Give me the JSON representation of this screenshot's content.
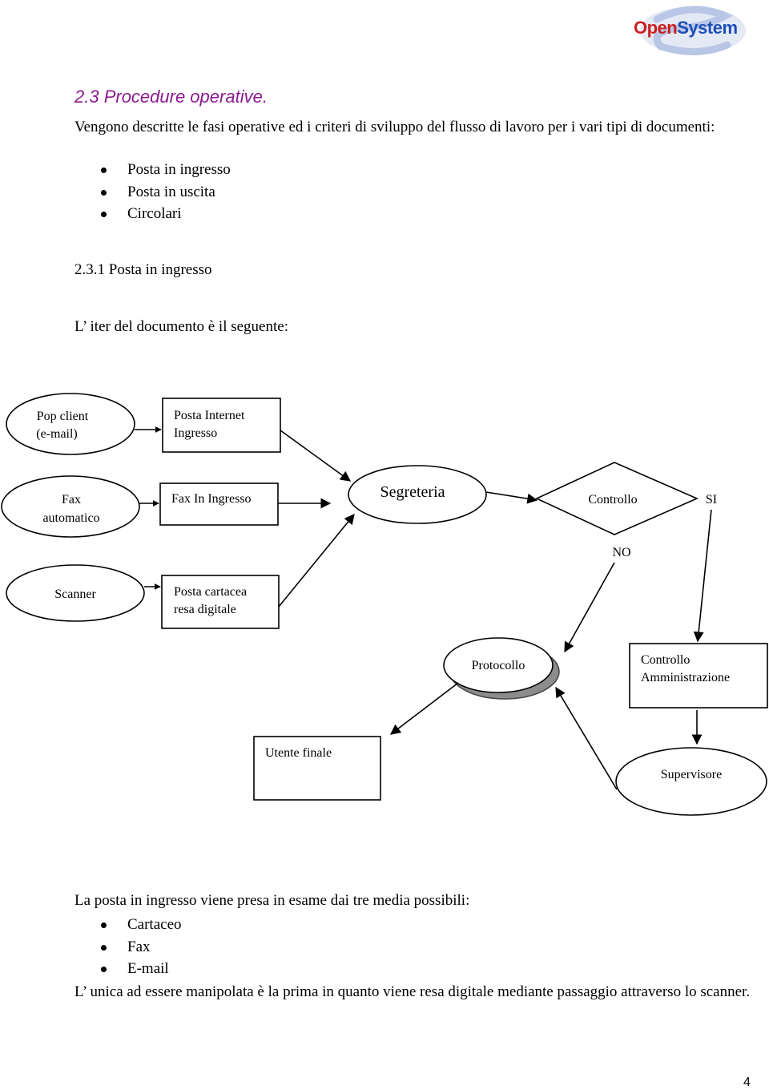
{
  "header": {
    "logo_text_part1": "Open",
    "logo_text_part2": "System"
  },
  "section": {
    "title": "2.3 Procedure operative.",
    "intro": "Vengono descritte le fasi operative ed i criteri di sviluppo del flusso di lavoro per i vari tipi di documenti:",
    "doc_types": [
      "Posta in ingresso",
      "Posta in uscita",
      "Circolari"
    ]
  },
  "subsection": {
    "heading": "2.3.1 Posta in ingresso",
    "iter_text": "L’ iter del documento è il seguente:"
  },
  "diagram": {
    "pop_client_line1": "Pop client",
    "pop_client_line2": "(e-mail)",
    "posta_internet_line1": "Posta Internet",
    "posta_internet_line2": "Ingresso",
    "fax_auto_line1": "Fax",
    "fax_auto_line2": "automatico",
    "fax_in": "Fax In Ingresso",
    "segreteria": "Segreteria",
    "controllo": "Controllo",
    "si": "SI",
    "no": "NO",
    "scanner": "Scanner",
    "posta_cartacea_line1": "Posta cartacea",
    "posta_cartacea_line2": "resa digitale",
    "protocollo": "Protocollo",
    "controllo_amm_line1": "Controllo",
    "controllo_amm_line2": "Amministrazione",
    "utente_finale": "Utente finale",
    "supervisore": "Supervisore"
  },
  "media": {
    "intro": "La posta in ingresso viene presa in esame dai tre media possibili:",
    "items": [
      "Cartaceo",
      "Fax",
      "E-mail"
    ],
    "closing": "L’ unica ad essere manipolata è la prima in quanto viene resa digitale mediante passaggio attraverso lo scanner."
  },
  "footer": {
    "page_number": "4"
  },
  "colors": {
    "title": "#8a1a8f",
    "logo_red": "#cc1f1f",
    "logo_blue": "#1d4fb8"
  }
}
